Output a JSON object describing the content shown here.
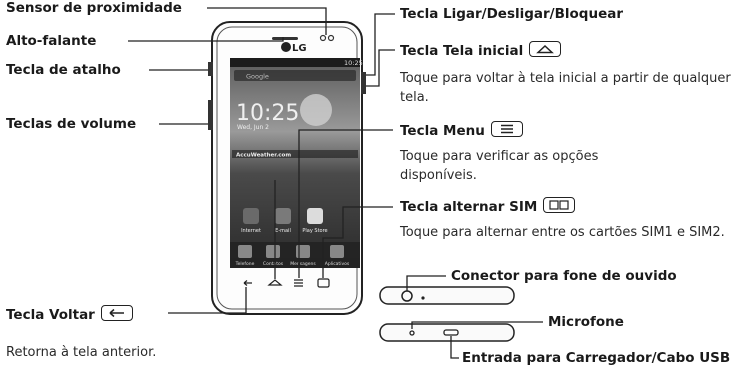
{
  "labels": {
    "proximity": "Sensor de proximidade",
    "speaker": "Alto-falante",
    "shortcut": "Tecla de atalho",
    "volume": "Teclas de volume",
    "back": "Tecla Voltar",
    "power": "Tecla Ligar/Desligar/Bloquear",
    "home": "Tecla Tela inicial",
    "menu": "Tecla Menu",
    "sim": "Tecla alternar SIM",
    "headset": "Conector para fone de ouvido",
    "mic": "Microfone",
    "charger": "Entrada para Carregador/Cabo USB"
  },
  "descriptions": {
    "back": "Retorna à tela anterior.",
    "home": "Toque para voltar à tela inicial a partir de qualquer tela.",
    "menu": "Toque para verificar as opções disponíveis.",
    "sim": "Toque para alternar entre os cartões SIM1 e SIM2."
  },
  "phone": {
    "brand": "LG",
    "status_time": "10:25",
    "clock": "10:25",
    "date": "Wed, Jun 2",
    "search": "Google",
    "widget": "AccuWeather.com",
    "apps_row": [
      "Internet",
      "E-mail",
      "Play Store"
    ],
    "dock": [
      "Telefone",
      "Contatos",
      "Mensagens",
      "Aplicativos"
    ]
  }
}
